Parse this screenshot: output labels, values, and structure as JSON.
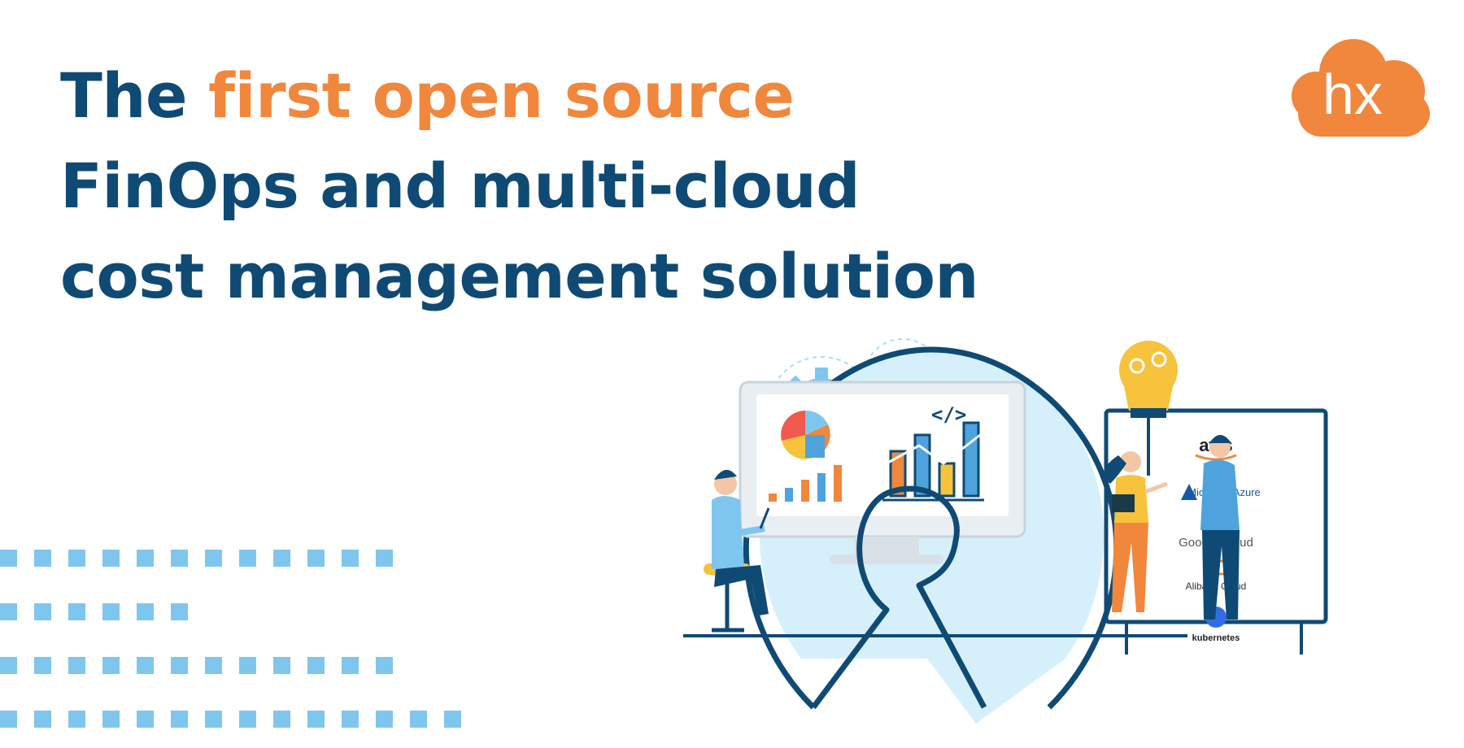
{
  "headline": {
    "line1_start": "The ",
    "line1_accent": "first open source",
    "line2": "FinOps and multi-cloud",
    "line3": "cost management solution"
  },
  "logo": {
    "text": "hx",
    "color": "#f0873c",
    "icon": "cloud-logo"
  },
  "providers": [
    "aws",
    "Microsoft Azure",
    "Google Cloud",
    "Alibaba Cloud",
    "kubernetes"
  ],
  "colors": {
    "navy": "#0f4a75",
    "orange": "#f0873c",
    "light_blue": "#7fc6ef",
    "pale_blue": "#d5f0fb"
  }
}
